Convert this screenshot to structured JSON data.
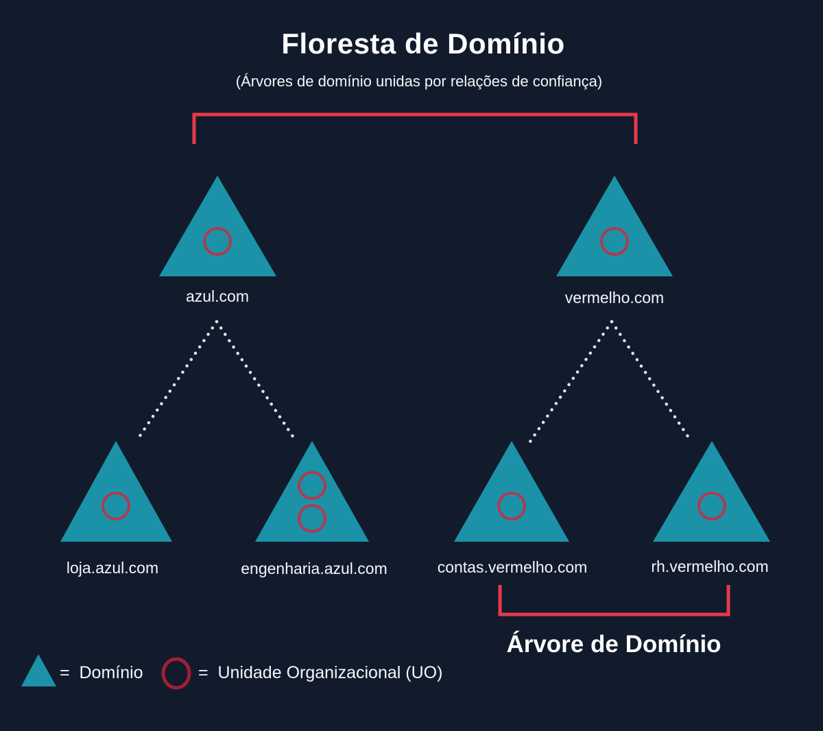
{
  "title": "Floresta de Domínio",
  "subtitle": "(Árvores de domínio unidas por relações de confiança)",
  "colors": {
    "background": "#111B2C",
    "domain_fill": "#1B92A8",
    "ou_stroke": "#B03B4E",
    "legend_ou_stroke": "#A21E33",
    "bracket": "#E8394B",
    "dotted": "#E2E6EF",
    "text": "#F4F6FA",
    "title": "#FFFFFF"
  },
  "forest": {
    "trees": [
      {
        "root": {
          "label": "azul.com",
          "ou_count": 1
        },
        "children": [
          {
            "label": "loja.azul.com",
            "ou_count": 1
          },
          {
            "label": "engenharia.azul.com",
            "ou_count": 2
          }
        ]
      },
      {
        "root": {
          "label": "vermelho.com",
          "ou_count": 1
        },
        "children": [
          {
            "label": "contas.vermelho.com",
            "ou_count": 1
          },
          {
            "label": "rh.vermelho.com",
            "ou_count": 1
          }
        ]
      }
    ]
  },
  "annotations": {
    "domain_tree_label": "Árvore de Domínio"
  },
  "legend": {
    "items": [
      {
        "icon": "domain-triangle-icon",
        "label": "=  Domínio"
      },
      {
        "icon": "ou-circle-icon",
        "label": "=  Unidade Organizacional (UO)"
      }
    ]
  }
}
